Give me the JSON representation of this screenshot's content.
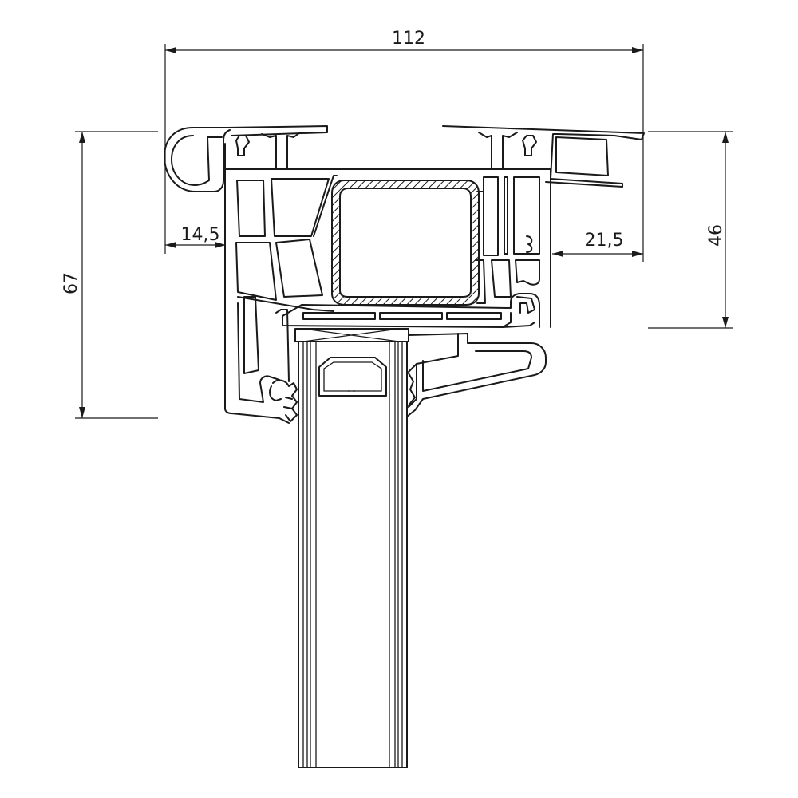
{
  "dimensions": {
    "overall_width": "112",
    "overall_height": "67",
    "frame_height": "46",
    "left_offset": "14,5",
    "right_offset": "21,5"
  },
  "colors": {
    "line": "#1a1a1a",
    "background": "#ffffff"
  }
}
